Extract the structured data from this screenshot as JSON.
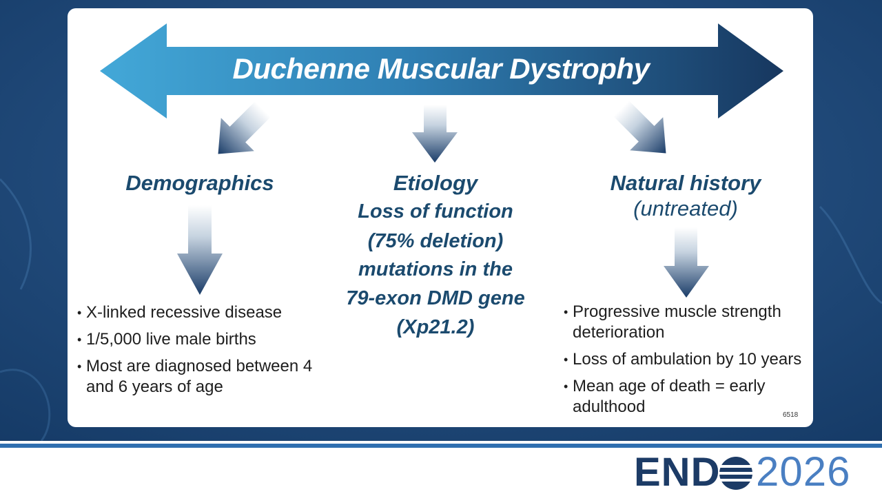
{
  "title": "Duchenne Muscular Dystrophy",
  "left": {
    "heading": "Demographics",
    "bullets": [
      "X-linked recessive disease",
      "1/5,000 live male births",
      "Most are diagnosed between 4 and 6 years of age"
    ]
  },
  "center": {
    "heading": "Etiology",
    "lines": [
      "Loss of function",
      "(75% deletion)",
      "mutations in the",
      "79-exon DMD gene",
      "(Xp21.2)"
    ]
  },
  "right": {
    "heading": "Natural history",
    "subheading": "(untreated)",
    "bullets": [
      "Progressive muscle strength deterioration",
      "Loss of ambulation by 10 years",
      "Mean age of death = early adulthood"
    ]
  },
  "slide_code": "6518",
  "logo": {
    "brand_left": "END",
    "year": "2026"
  },
  "colors": {
    "navy": "#1c3b66",
    "teal_text": "#1b4a6e",
    "arrow_light": "#3ea0d2",
    "arrow_dark": "#1a3c68",
    "band": "#2f6fb0"
  }
}
